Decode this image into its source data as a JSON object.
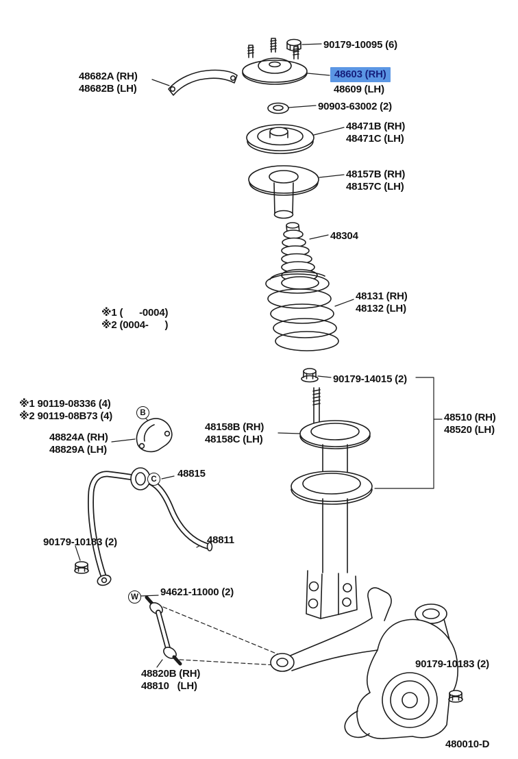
{
  "diagram": {
    "code": "480010-D",
    "highlighted_part": "48603 (RH)"
  },
  "colors": {
    "highlight_bg": "#5b96e4",
    "highlight_text": "#16207d",
    "line": "#1c1c1c"
  },
  "labels": {
    "nut_top": "90179-10095 (6)",
    "brace_rh": "48682A (RH)",
    "brace_lh": "48682B (LH)",
    "mount_rh": "48603 (RH)",
    "mount_lh": "48609 (LH)",
    "bearing": "90903-63002 (2)",
    "seat_rh": "48471B (RH)",
    "seat_lh": "48471C (LH)",
    "insulator_upper_rh": "48157B (RH)",
    "insulator_upper_lh": "48157C (LH)",
    "dust_boot": "48304",
    "spring_rh": "48131 (RH)",
    "spring_lh": "48132 (LH)",
    "note1": "※1 (      -0004)",
    "note2": "※2 (0004-      )",
    "nut_strut": "90179-14015 (2)",
    "strut_rh": "48510 (RH)",
    "strut_lh": "48520 (LH)",
    "insulator_lower_rh": "48158B (RH)",
    "insulator_lower_lh": "48158C (LH)",
    "bolt_note1": "※1 90119-08336 (4)",
    "bolt_note2": "※2 90119-08B73 (4)",
    "bracket_rh": "48824A (RH)",
    "bracket_lh": "48829A (LH)",
    "bushing": "48815",
    "nut_bar_left": "90179-10183 (2)",
    "stabilizer_bar": "48811",
    "washer": "94621-11000 (2)",
    "link_rh": "48820B (RH)",
    "link_lh": "48810   (LH)",
    "nut_knuckle": "90179-10183 (2)"
  },
  "callouts": {
    "b": "B",
    "c": "C",
    "w": "W"
  }
}
